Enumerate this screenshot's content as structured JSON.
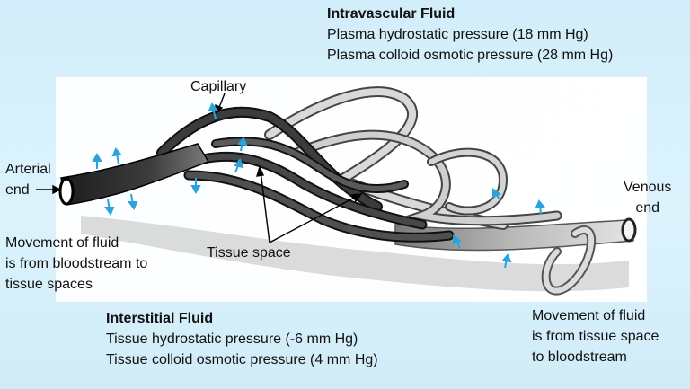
{
  "intravascular": {
    "title": "Intravascular Fluid",
    "line1": "Plasma hydrostatic pressure (18 mm Hg)",
    "line2": "Plasma colloid osmotic pressure (28 mm Hg)"
  },
  "interstitial": {
    "title": "Interstitial Fluid",
    "line1": "Tissue hydrostatic pressure (-6 mm Hg)",
    "line2": "Tissue colloid osmotic pressure (4 mm Hg)"
  },
  "labels": {
    "capillary": "Capillary",
    "arterial_line1": "Arterial",
    "arterial_line2": "end",
    "venous_line1": "Venous",
    "venous_line2": "end",
    "tissue_space": "Tissue space"
  },
  "movement_out": {
    "line1": "Movement of fluid",
    "line2": "is from bloodstream to",
    "line3": "tissue spaces"
  },
  "movement_in": {
    "line1": "Movement of fluid",
    "line2": "is from tissue space",
    "line3": "to bloodstream"
  },
  "colors": {
    "background": "#d6f1fb",
    "arrow": "#2aa3dd",
    "vessel_dark": "#2f2f2f",
    "vessel_light": "#cfcfcf"
  }
}
